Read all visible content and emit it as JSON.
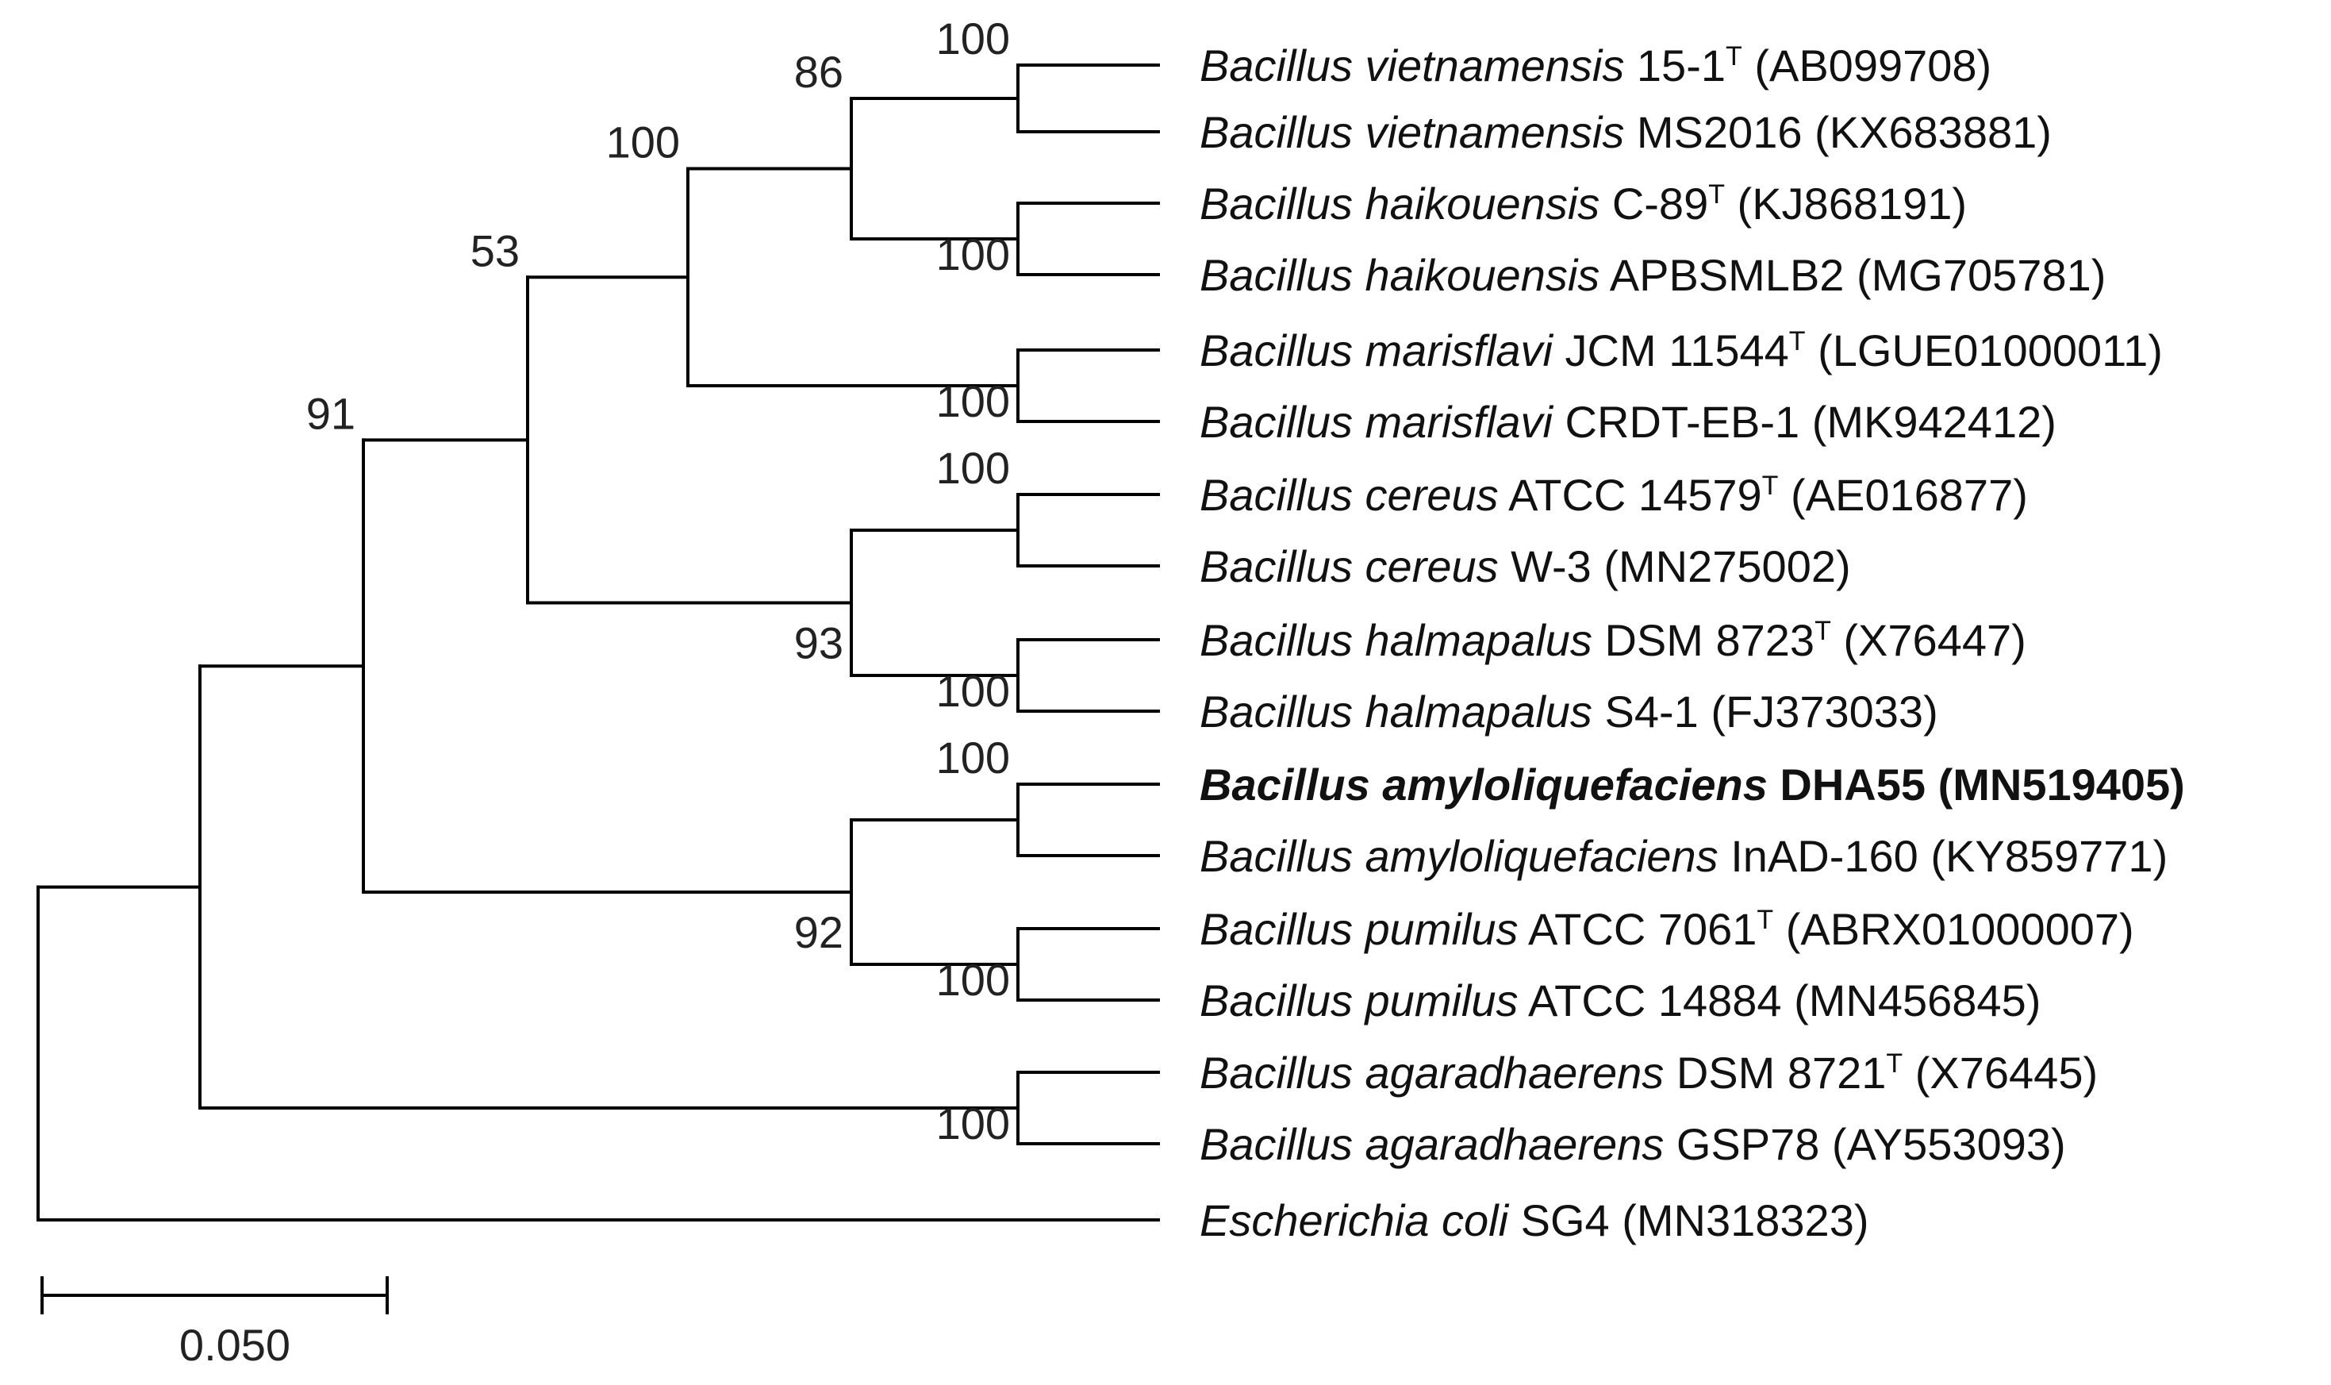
{
  "tree": {
    "taxa": [
      {
        "id": "t1",
        "genus": "Bacillus vietnamensis",
        "strain": "15-1",
        "type_strain": true,
        "accession": "(AB099708)",
        "bold": false
      },
      {
        "id": "t2",
        "genus": "Bacillus vietnamensis",
        "strain": "MS2016",
        "type_strain": false,
        "accession": "(KX683881)",
        "bold": false
      },
      {
        "id": "t3",
        "genus": "Bacillus haikouensis",
        "strain": "C-89",
        "type_strain": true,
        "accession": "(KJ868191)",
        "bold": false
      },
      {
        "id": "t4",
        "genus": "Bacillus haikouensis",
        "strain": "APBSMLB2",
        "type_strain": false,
        "accession": "(MG705781)",
        "bold": false
      },
      {
        "id": "t5",
        "genus": "Bacillus marisflavi",
        "strain": "JCM 11544",
        "type_strain": true,
        "accession": "(LGUE01000011)",
        "bold": false
      },
      {
        "id": "t6",
        "genus": "Bacillus marisflavi",
        "strain": "CRDT-EB-1",
        "type_strain": false,
        "accession": "(MK942412)",
        "bold": false
      },
      {
        "id": "t7",
        "genus": "Bacillus cereus",
        "strain": "ATCC 14579",
        "type_strain": true,
        "accession": "(AE016877)",
        "bold": false
      },
      {
        "id": "t8",
        "genus": "Bacillus cereus",
        "strain": "W-3",
        "type_strain": false,
        "accession": "(MN275002)",
        "bold": false
      },
      {
        "id": "t9",
        "genus": "Bacillus halmapalus",
        "strain": "DSM 8723",
        "type_strain": true,
        "accession": "(X76447)",
        "bold": false
      },
      {
        "id": "t10",
        "genus": "Bacillus halmapalus",
        "strain": "S4-1",
        "type_strain": false,
        "accession": "(FJ373033)",
        "bold": false
      },
      {
        "id": "t11",
        "genus": "Bacillus amyloliquefaciens",
        "strain": "DHA55",
        "type_strain": false,
        "accession": "(MN519405)",
        "bold": true
      },
      {
        "id": "t12",
        "genus": "Bacillus amyloliquefaciens",
        "strain": "InAD-160",
        "type_strain": false,
        "accession": "(KY859771)",
        "bold": false
      },
      {
        "id": "t13",
        "genus": "Bacillus pumilus",
        "strain": "ATCC 7061",
        "type_strain": true,
        "accession": "(ABRX01000007)",
        "bold": false
      },
      {
        "id": "t14",
        "genus": "Bacillus pumilus",
        "strain": "ATCC 14884",
        "type_strain": false,
        "accession": "(MN456845)",
        "bold": false
      },
      {
        "id": "t15",
        "genus": "Bacillus agaradhaerens",
        "strain": "DSM 8721",
        "type_strain": true,
        "accession": "(X76445)",
        "bold": false
      },
      {
        "id": "t16",
        "genus": "Bacillus agaradhaerens",
        "strain": "GSP78",
        "type_strain": false,
        "accession": "(AY553093)",
        "bold": false
      },
      {
        "id": "t17",
        "genus": "Escherichia coli",
        "strain": "SG4",
        "type_strain": false,
        "accession": "(MN318323)",
        "bold": false
      }
    ],
    "type_strain_mark": "T",
    "bootstrap": {
      "n_vietnamensis": "100",
      "n_viet_haik": "86",
      "n_haikouensis": "100",
      "n_clade_a": "100",
      "n_marisflavi": "100",
      "n_cereus": "100",
      "n_cereus_halm": "93",
      "n_halmapalus": "100",
      "n_clade_b": "53",
      "n_amylo": "100",
      "n_amylo_pum": "92",
      "n_pumilus": "100",
      "n_ingroup": "91",
      "n_agaradhaerens": "100"
    },
    "scale_bar": {
      "label": "0.050",
      "length": 0.05
    }
  }
}
